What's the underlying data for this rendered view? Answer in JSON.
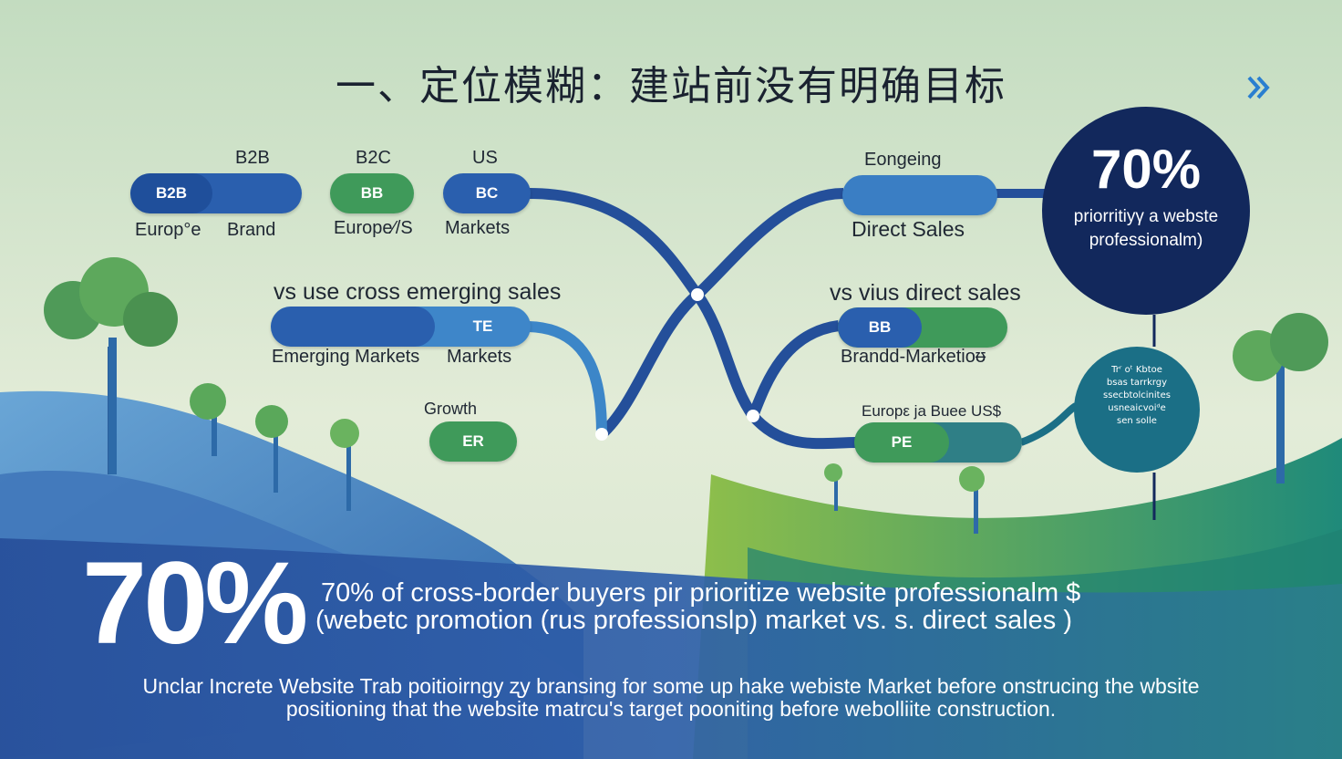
{
  "title": "一、定位模糊：建站前没有明确目标",
  "nav": {
    "next_icon": "double-chevron-right"
  },
  "left_group": {
    "row1_headers": [
      "B2B",
      "B2C",
      "US"
    ],
    "row1_pills": [
      "B2B",
      "BB",
      "BC"
    ],
    "row1_sublabels": [
      "Europ°e",
      "Brand",
      "Europe⁄/S",
      "Markets"
    ],
    "row2_header": "vs use cross emerging sales",
    "row2_pill": "TE",
    "row2_sublabels": [
      "Emerging Markets",
      "Markets"
    ],
    "row3_header": "Growth",
    "row3_pill": "ER"
  },
  "right_group": {
    "row1_header": "Eongeing",
    "row1_sublabel": "Direct Sales",
    "row2_header": "vs vius direct sales",
    "row2_pill": "BB",
    "row2_sublabel": "Brandd-Marketioᵿ",
    "row3_header": "Europε ja Buee US$",
    "row3_pill": "PE"
  },
  "circle_stat": {
    "value": "70%",
    "line1": "priorritiyγ a webste",
    "line2": "professionalm)"
  },
  "circle_small": {
    "lines": [
      "Trʳ oᵗ Kbtoe",
      "bsas tarrkrgy",
      "ssecbtolcinites",
      "usneaicvoiᵈe",
      "sen solle"
    ]
  },
  "big_stat": {
    "value": "70%",
    "line1": "70% of cross-border  buyers pir prioritize website professionalm $",
    "line2": "(webetc promotion (rus  professionslp) market vs. s. direct sales )"
  },
  "footer": {
    "line1": "Unclar Increte Website Trab  poitioirngy ʐy bransing  for some  up hake webiste  Market before onstrucing the wbsite",
    "line2": "positioning that the website matrcu's  target pooniting before webolliite construction."
  },
  "colors": {
    "navy": "#12285c",
    "blue": "#2a5fae",
    "green": "#3f9a5a",
    "teal": "#1b6f86",
    "sky": "#c9dcc0"
  }
}
